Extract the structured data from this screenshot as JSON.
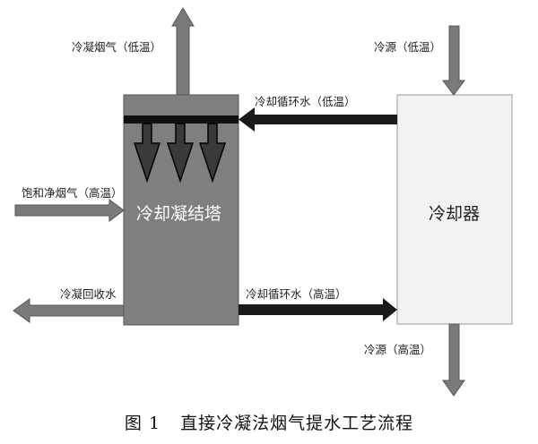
{
  "tower": {
    "label": "冷却凝结塔"
  },
  "cooler": {
    "label": "冷却器"
  },
  "flows": {
    "exhaust_out": "冷凝烟气（低温）",
    "cold_source_in": "冷源（低温）",
    "loop_cold": "冷却循环水（低温）",
    "flue_gas_in": "饱和净烟气（高温）",
    "condensate_out": "冷凝回收水",
    "loop_hot": "冷却循环水（高温）",
    "cold_source_out": "冷源（高温）"
  },
  "caption": {
    "number": "图 1",
    "title": "直接冷凝法烟气提水工艺流程"
  },
  "colors": {
    "tower_fill": "#7f7f7f",
    "cooler_fill": "#f2f2f2",
    "gray_arrow": "#7a7a7a",
    "black_arrow": "#1a1a1a"
  }
}
